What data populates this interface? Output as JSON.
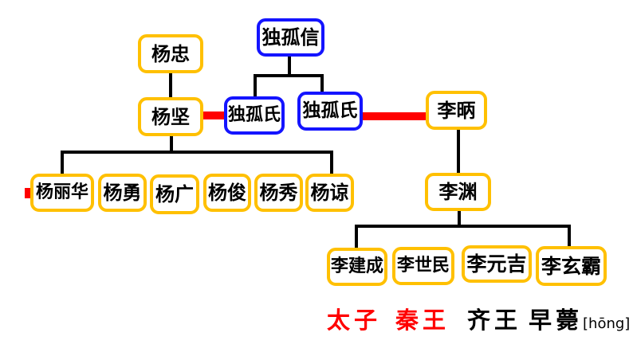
{
  "diagram": {
    "title_implied": "Sui-Tang family tree",
    "colors": {
      "yang_li_family_border": "#FFC000",
      "dugu_family_border": "#1414FF",
      "marriage_line": "#FF0000",
      "connector_line": "#000000",
      "annotation_red": "#FF0000",
      "annotation_black": "#000000",
      "background": "#FFFFFF"
    },
    "nodes": {
      "yang_zhong": "杨忠",
      "dugu_xin": "独孤信",
      "yang_jian": "杨坚",
      "dugu_shi_1": "独孤氏",
      "dugu_shi_2": "独孤氏",
      "li_bing": "李昞",
      "yang_lihua": "杨丽华",
      "yang_yong": "杨勇",
      "yang_guang": "杨广",
      "yang_jun": "杨俊",
      "yang_xiu": "杨秀",
      "yang_liang": "杨谅",
      "li_yuan": "李渊",
      "li_jiancheng": "李建成",
      "li_shimin": "李世民",
      "li_yuanji": "李元吉",
      "li_xuanba": "李玄霸"
    },
    "relationships": {
      "parent_child": [
        "杨忠→杨坚",
        "独孤信→独孤氏(两女)",
        "杨坚→杨丽华/杨勇/杨广/杨俊/杨秀/杨谅",
        "李昞→李渊",
        "李渊→李建成/李世民/李元吉/李玄霸"
      ],
      "marriages_red_lines": [
        "杨坚—独孤氏",
        "独孤氏—李昞"
      ]
    },
    "annotations": {
      "taizi": "太子",
      "qinwang": "秦王",
      "qiwang": "齐王",
      "zaohong": "早薨",
      "hong_pinyin": "[hōng]"
    }
  }
}
